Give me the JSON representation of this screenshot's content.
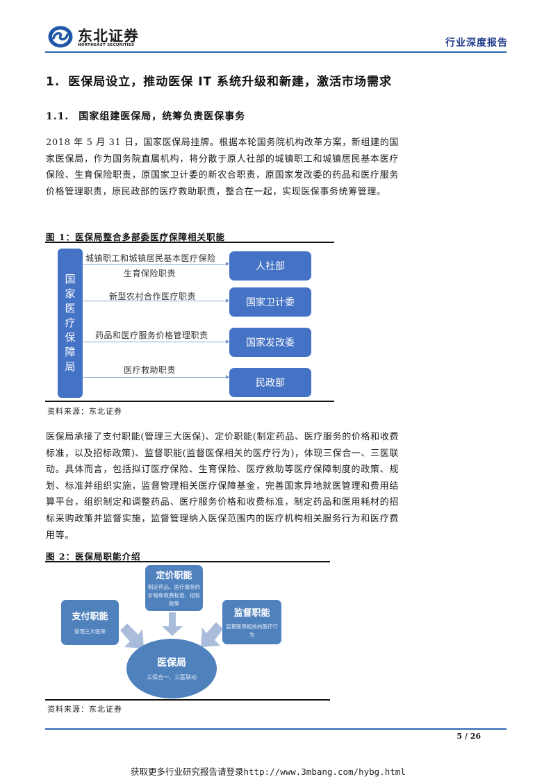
{
  "header": {
    "logo_cn": "东北证券",
    "logo_en": "NORTHEAST SECURITIES",
    "report_type": "行业深度报告",
    "brand_color": "#2a64b0"
  },
  "section1": {
    "number": "1.",
    "title": "医保局设立，推动医保 IT 系统升级和新建，激活市场需求"
  },
  "section1_1": {
    "number": "1.1.",
    "title": "国家组建医保局，统筹负责医保事务"
  },
  "paragraph1": "2018 年 5 月 31 日，国家医保局挂牌。根据本轮国务院机构改革方案，新组建的国家医保局，作为国务院直属机构，将分散于原人社部的城镇职工和城镇居民基本医疗保险、生育保险职责，原国家卫计委的新农合职责，原国家发改委的药品和医疗服务价格管理职责，原民政部的医疗救助职责，整合在一起，实现医保事务统筹管理。",
  "figure1": {
    "title": "图 1：医保局整合多部委医疗保障相关职能",
    "left_box": [
      "国",
      "家",
      "医",
      "疗",
      "保",
      "障",
      "局"
    ],
    "flows": [
      {
        "label_top": "城镇职工和城镇居民基本医疗保险",
        "label_bottom": "生育保险职责",
        "target": "人社部"
      },
      {
        "label_top": "新型农村合作医疗职责",
        "label_bottom": "",
        "target": "国家卫计委"
      },
      {
        "label_top": "药品和医疗服务价格管理职责",
        "label_bottom": "",
        "target": "国家发改委"
      },
      {
        "label_top": "医疗救助职责",
        "label_bottom": "",
        "target": "民政部"
      }
    ],
    "box_color": "#4472c4",
    "source": "资料来源：东北证券"
  },
  "paragraph2": "医保局承接了支付职能(管理三大医保)、定价职能(制定药品、医疗服务的价格和收费标准，以及招标政策)、监督职能(监督医保相关的医疗行为)，体现三保合一、三医联动。具体而言，包括拟订医疗保险、生育保险、医疗救助等医疗保障制度的政策、规划、标准并组织实施，监督管理相关医疗保障基金，完善国家异地就医管理和费用结算平台，组织制定和调整药品、医疗服务价格和收费标准，制定药品和医用耗材的招标采购政策并监督实施，监督管理纳入医保范围内的医疗机构相关服务行为和医疗费用等。",
  "figure2": {
    "title": "图 2：医保局职能介绍",
    "pricing": {
      "title": "定价职能",
      "desc": "制定药品、医疗服务的价格和收费标准、招标政策"
    },
    "payment": {
      "title": "支付职能",
      "desc": "管理三大医保"
    },
    "supervision": {
      "title": "监督职能",
      "desc": "监督医保相关的医疗行为"
    },
    "center": {
      "title": "医保局",
      "desc": "三保合一、三医联动"
    },
    "box_color": "#4f81bd",
    "arrow_color": "#a9bcdb",
    "source": "资料来源：东北证券"
  },
  "footer": {
    "page": "5 / 26",
    "promo": "获取更多行业研究报告请登录http://www.3mbang.com/hybg.html"
  }
}
